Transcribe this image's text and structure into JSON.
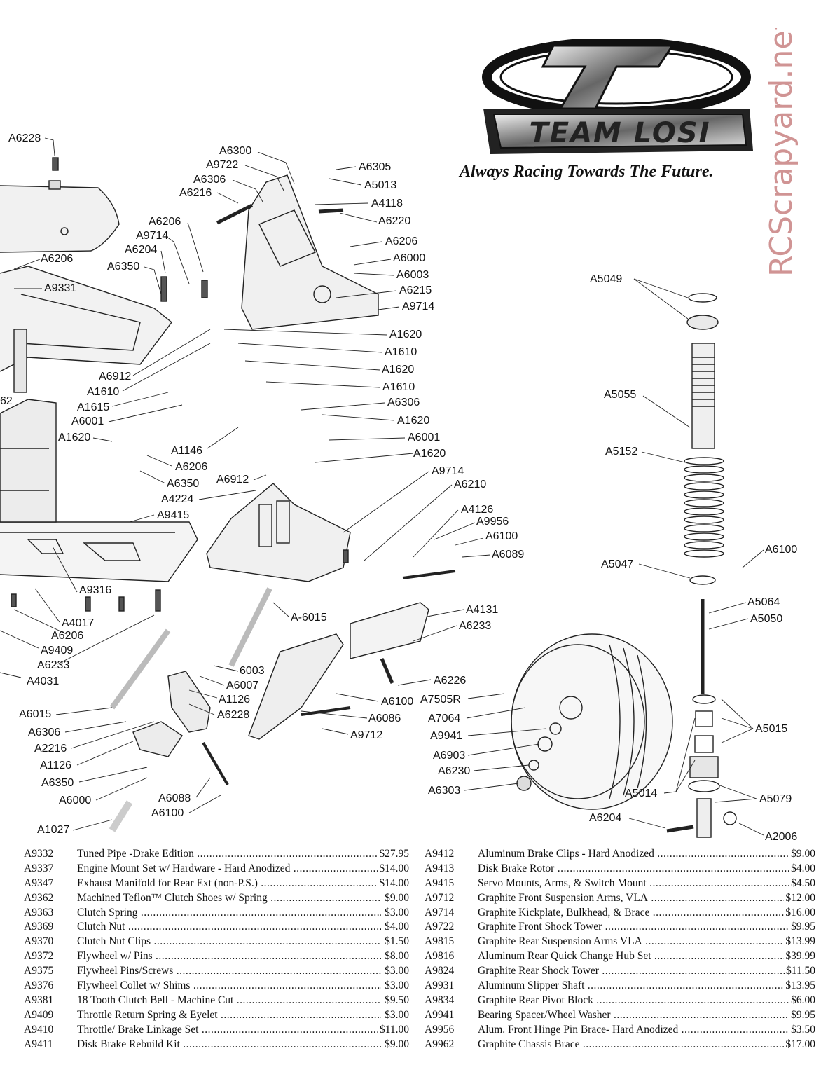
{
  "brand": {
    "tagline": "Always Racing Towards The Future.",
    "watermark": "RCScrapyard.net",
    "logo_text": "TEAM LOSI",
    "watermark_color": "#c07070"
  },
  "diagram": {
    "callouts": [
      "A6228",
      "A6300",
      "A9722",
      "A6306",
      "A6216",
      "A6305",
      "A5013",
      "A4118",
      "A6220",
      "A6206",
      "A6206",
      "A6000",
      "A6003",
      "A6215",
      "A9714",
      "A6206",
      "A9714",
      "A6204",
      "A6350",
      "A9331",
      "A1620",
      "A1610",
      "A1620",
      "A1610",
      "A6306",
      "A1620",
      "A6912",
      "A1610",
      "A1615",
      "A6001",
      "A1620",
      "A6001",
      "A1620",
      "A6206",
      "A6350",
      "A1146",
      "A6912",
      "A9714",
      "A6210",
      "A4224",
      "A9415",
      "A4126",
      "A9956",
      "A6100",
      "A6089",
      "A9316",
      "A4017",
      "A6206",
      "A9409",
      "A6233",
      "A-6015",
      "A4131",
      "A6233",
      "6003",
      "A6007",
      "A4031",
      "A1126",
      "A6228",
      "A6015",
      "A6306",
      "A2216",
      "A1126",
      "A6350",
      "A6000",
      "A6088",
      "A6100",
      "A1027",
      "A6226",
      "A6100",
      "A6086",
      "A9712",
      "A5049",
      "A5055",
      "A5152",
      "A6100",
      "A5047",
      "A5064",
      "A5050",
      "A7505R",
      "A7064",
      "A9941",
      "A6903",
      "A6230",
      "A6303",
      "A5015",
      "A5014",
      "A5079",
      "A6204",
      "A2006",
      "62"
    ]
  },
  "parts_left": [
    {
      "pn": "A9332",
      "desc": "Tuned Pipe -Drake Edition",
      "price": "$27.95"
    },
    {
      "pn": "A9337",
      "desc": "Engine Mount Set w/ Hardware - Hard Anodized",
      "price": "$14.00"
    },
    {
      "pn": "A9347",
      "desc": "Exhaust Manifold for Rear Ext (non-P.S.)",
      "price": "$14.00"
    },
    {
      "pn": "A9362",
      "desc": "Machined Teflon™ Clutch Shoes w/ Spring",
      "price": "$9.00"
    },
    {
      "pn": "A9363",
      "desc": "Clutch Spring",
      "price": "$3.00"
    },
    {
      "pn": "A9369",
      "desc": "Clutch Nut",
      "price": "$4.00"
    },
    {
      "pn": "A9370",
      "desc": "Clutch Nut Clips",
      "price": "$1.50"
    },
    {
      "pn": "A9372",
      "desc": "Flywheel w/ Pins",
      "price": "$8.00"
    },
    {
      "pn": "A9375",
      "desc": "Flywheel Pins/Screws",
      "price": "$3.00"
    },
    {
      "pn": "A9376",
      "desc": "Flywheel Collet w/ Shims",
      "price": "$3.00"
    },
    {
      "pn": "A9381",
      "desc": "18 Tooth Clutch Bell - Machine Cut",
      "price": "$9.50"
    },
    {
      "pn": "A9409",
      "desc": "Throttle Return Spring & Eyelet",
      "price": "$3.00"
    },
    {
      "pn": "A9410",
      "desc": "Throttle/ Brake Linkage Set",
      "price": "$11.00"
    },
    {
      "pn": "A9411",
      "desc": "Disk Brake Rebuild Kit",
      "price": "$9.00"
    }
  ],
  "parts_right": [
    {
      "pn": "A9412",
      "desc": "Aluminum Brake Clips - Hard Anodized",
      "price": "$9.00"
    },
    {
      "pn": "A9413",
      "desc": "Disk Brake Rotor",
      "price": "$4.00"
    },
    {
      "pn": "A9415",
      "desc": "Servo Mounts, Arms, & Switch Mount",
      "price": "$4.50"
    },
    {
      "pn": "A9712",
      "desc": "Graphite Front Suspension Arms, VLA",
      "price": "$12.00"
    },
    {
      "pn": "A9714",
      "desc": "Graphite Kickplate, Bulkhead, & Brace",
      "price": "$16.00"
    },
    {
      "pn": "A9722",
      "desc": "Graphite Front Shock Tower",
      "price": "$9.95"
    },
    {
      "pn": "A9815",
      "desc": "Graphite Rear Suspension Arms VLA",
      "price": "$13.99"
    },
    {
      "pn": "A9816",
      "desc": "Aluminum Rear Quick Change Hub Set",
      "price": "$39.99"
    },
    {
      "pn": "A9824",
      "desc": "Graphite Rear Shock Tower",
      "price": "$11.50"
    },
    {
      "pn": "A9931",
      "desc": "Aluminum Slipper Shaft",
      "price": "$13.95"
    },
    {
      "pn": "A9834",
      "desc": "Graphite Rear Pivot Block",
      "price": "$6.00"
    },
    {
      "pn": "A9941",
      "desc": "Bearing Spacer/Wheel Washer",
      "price": "$9.95"
    },
    {
      "pn": "A9956",
      "desc": "Alum. Front Hinge Pin Brace- Hard Anodized",
      "price": "$3.50"
    },
    {
      "pn": "A9962",
      "desc": "Graphite Chassis Brace",
      "price": "$17.00"
    }
  ]
}
